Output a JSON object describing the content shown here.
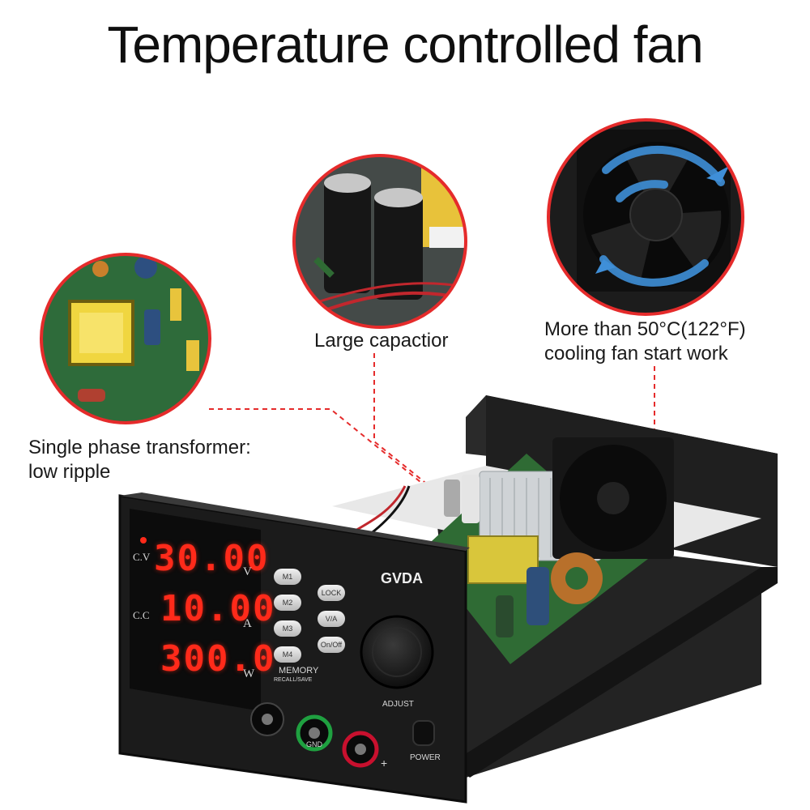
{
  "title": "Temperature controlled fan",
  "callouts": {
    "transformer": [
      "Single phase transformer:",
      "low ripple"
    ],
    "capacitor": "Large capactior",
    "fan": [
      "More than 50°C(122°F)",
      "cooling fan start work"
    ]
  },
  "panel": {
    "brand": "GVDA",
    "cv_label": "C.V",
    "cc_label": "C.C",
    "voltage": "30.00",
    "current": "10.00",
    "power": "300.0",
    "unit_v": "V",
    "unit_a": "A",
    "unit_w": "W",
    "memory_keys": [
      "M1",
      "M2",
      "M3",
      "M4"
    ],
    "function_keys": [
      "LOCK",
      "V/A",
      "On/Off"
    ],
    "memory_label": "MEMORY",
    "memory_sub": "RECALL/SAVE",
    "adjust_label": "ADJUST",
    "gnd_label": "GND",
    "plus_label": "+",
    "power_label": "POWER"
  },
  "colors": {
    "accent_red": "#e52b2b",
    "display_red": "#ff2a1a"
  }
}
